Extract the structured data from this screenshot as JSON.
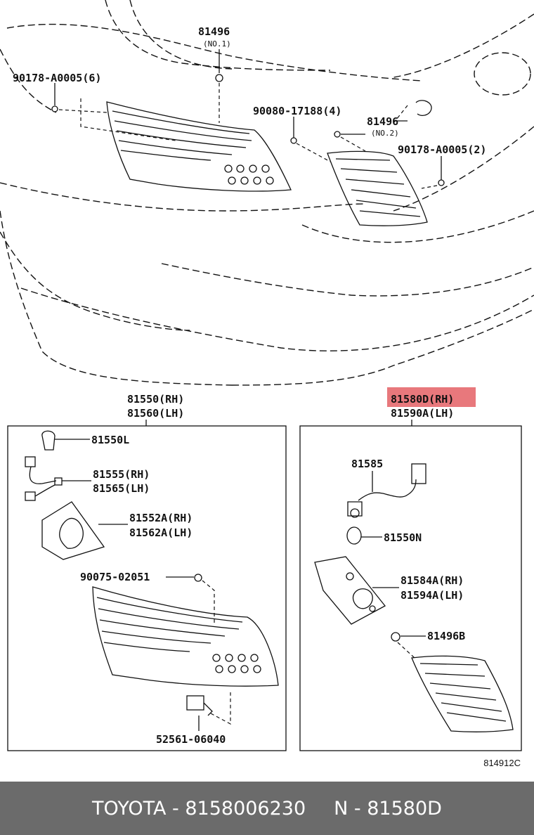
{
  "top_labels": {
    "l81496_no1": "81496",
    "l81496_no1_sub": "(NO.1)",
    "l90178_6": "90178-A0005(6)",
    "l90080": "90080-17188(4)",
    "l81496_no2": "81496",
    "l81496_no2_sub": "(NO.2)",
    "l90178_2": "90178-A0005(2)"
  },
  "left_group": {
    "header_rh": "81550(RH)",
    "header_lh": "81560(LH)",
    "bulb": "81550L",
    "socket_rh": "81555(RH)",
    "socket_lh": "81565(LH)",
    "gasket_rh": "81552A(RH)",
    "gasket_lh": "81562A(LH)",
    "screw": "90075-02051",
    "connector": "52561-06040"
  },
  "right_group": {
    "header_rh": "81580D(RH)",
    "header_lh": "81590A(LH)",
    "wire": "81585",
    "bulb": "81550N",
    "bracket_rh": "81584A(RH)",
    "bracket_lh": "81594A(LH)",
    "clip": "81496B"
  },
  "highlight_color": "#e8787c",
  "figure_code": "814912C",
  "footer": {
    "brand_part": "TOYOTA - 8158006230",
    "short_part": "N - 81580D"
  }
}
